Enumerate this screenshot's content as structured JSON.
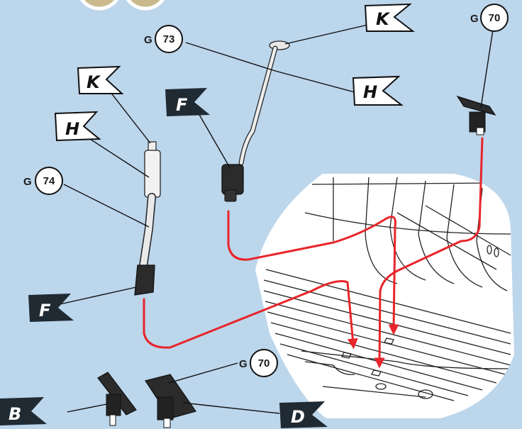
{
  "background_color": "#bcd6ec",
  "accent_color": "#e8252a",
  "flags": {
    "k_top": "K",
    "h_right": "H",
    "f_upper": "F",
    "k_left": "K",
    "h_left": "H",
    "f_lower": "F",
    "b_bottom": "B",
    "d_bottom": "D"
  },
  "callouts": {
    "g73": {
      "prefix": "G",
      "number": "73"
    },
    "g70_top": {
      "prefix": "G",
      "number": "70"
    },
    "g74": {
      "prefix": "G",
      "number": "74"
    },
    "g70_bottom": {
      "prefix": "G",
      "number": "70"
    }
  }
}
